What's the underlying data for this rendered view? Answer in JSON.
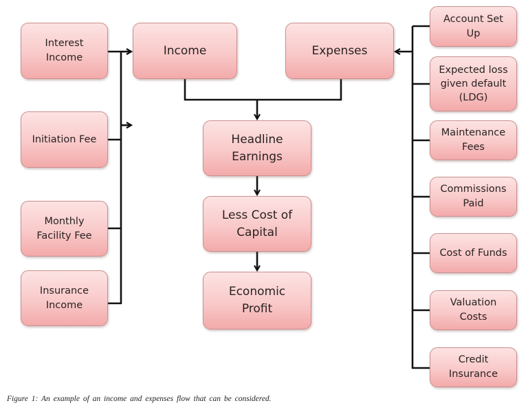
{
  "diagram": {
    "income_sources": [
      {
        "id": "interest-income",
        "label": "Interest\nIncome"
      },
      {
        "id": "initiation-fee",
        "label": "Initiation Fee"
      },
      {
        "id": "monthly-facility-fee",
        "label": "Monthly\nFacility Fee"
      },
      {
        "id": "insurance-income",
        "label": "Insurance\nIncome"
      }
    ],
    "income": {
      "label": "Income"
    },
    "expenses": {
      "label": "Expenses"
    },
    "flow": [
      {
        "id": "headline-earnings",
        "label": "Headline\nEarnings"
      },
      {
        "id": "less-cost-of-capital",
        "label": "Less Cost of\nCapital"
      },
      {
        "id": "economic-profit",
        "label": "Economic\nProfit"
      }
    ],
    "expense_items": [
      {
        "id": "account-set-up",
        "label": "Account Set\nUp"
      },
      {
        "id": "expected-loss-given-default",
        "label": "Expected loss\ngiven default\n(LDG)"
      },
      {
        "id": "maintenance-fees",
        "label": "Maintenance\nFees"
      },
      {
        "id": "commissions-paid",
        "label": "Commissions\nPaid"
      },
      {
        "id": "cost-of-funds",
        "label": "Cost of Funds"
      },
      {
        "id": "valuation-costs",
        "label": "Valuation\nCosts"
      },
      {
        "id": "credit-insurance",
        "label": "Credit\nInsurance"
      }
    ],
    "colors": {
      "box_fill_top": "#fde3e3",
      "box_fill_bottom": "#f3aaaa",
      "box_border": "#c98f8f",
      "connector": "#111111"
    }
  },
  "caption": "Figure 1: An example  of an income  and  expenses  flow  that  can be considered."
}
